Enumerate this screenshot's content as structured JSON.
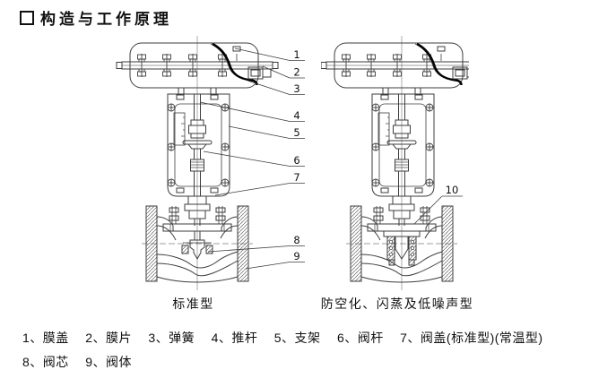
{
  "page": {
    "title": "构造与工作原理"
  },
  "figures": {
    "left": {
      "caption": "标准型",
      "callouts": [
        "1",
        "2",
        "3",
        "4",
        "5",
        "6",
        "7",
        "8",
        "9"
      ]
    },
    "right": {
      "caption": "防空化、闪蒸及低噪声型",
      "callouts": [
        "10"
      ]
    }
  },
  "legend": {
    "items": [
      "1、膜盖",
      "2、膜片",
      "3、弹簧",
      "4、推杆",
      "5、支架",
      "6、阀杆",
      "7、阀盖(标准型)(常温型)",
      "8、阀芯",
      "9、阀体"
    ]
  },
  "colors": {
    "ink": "#111111",
    "line": "#3d3d3d",
    "diaphragm": "#000000",
    "background": "#ffffff"
  }
}
